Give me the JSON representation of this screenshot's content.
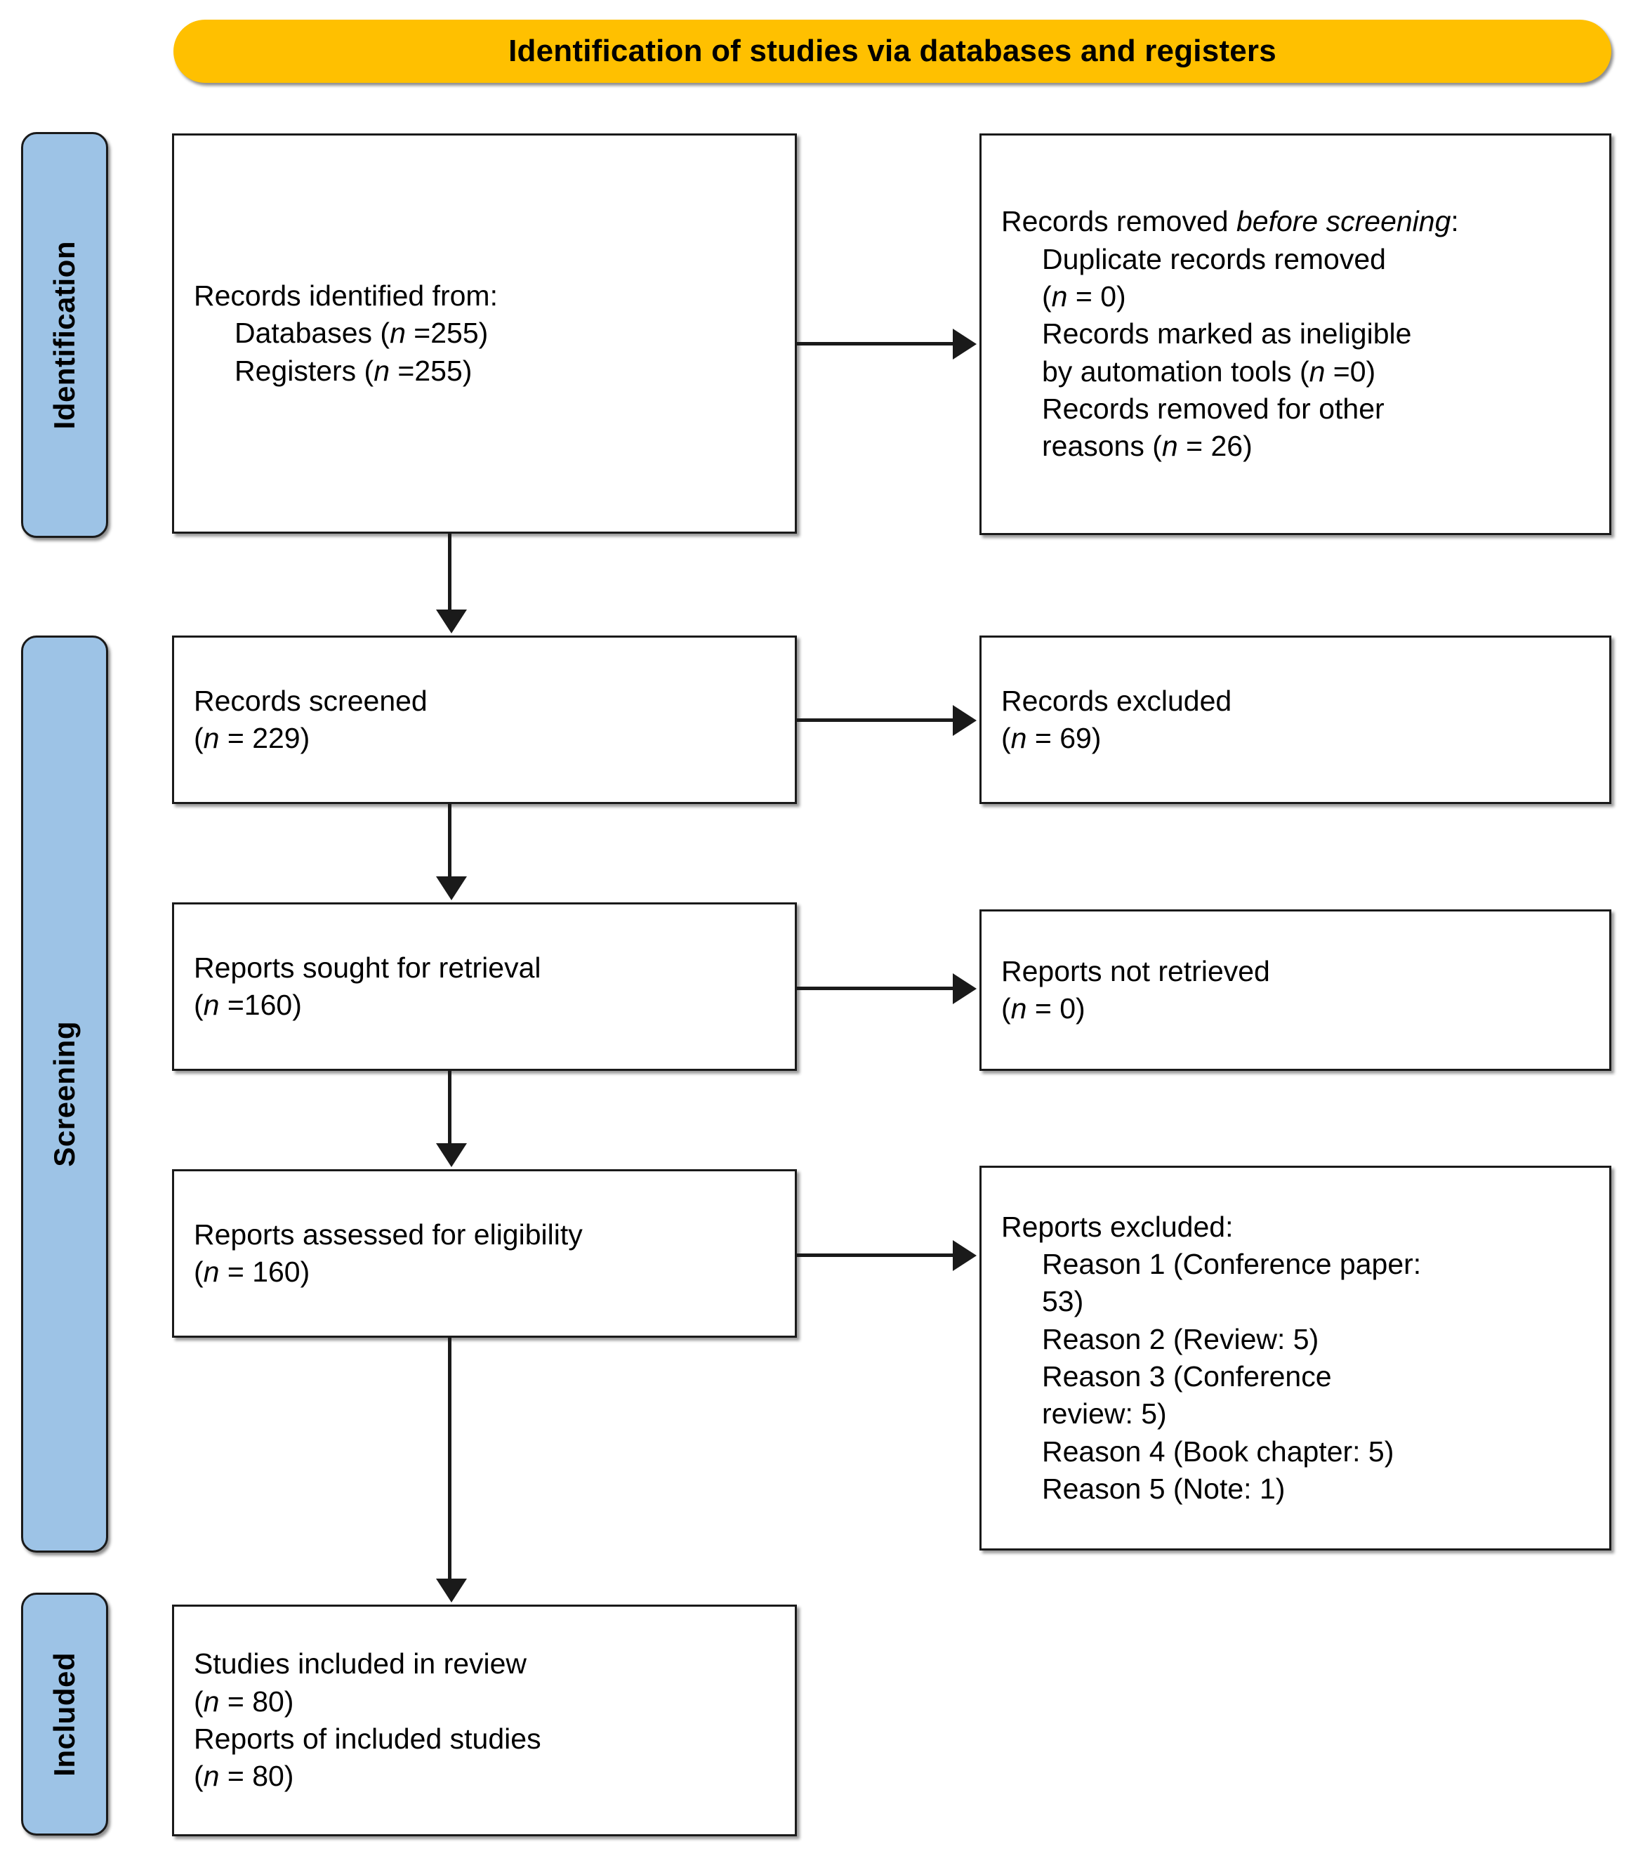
{
  "banner": {
    "title": "Identification of studies via databases and registers"
  },
  "colors": {
    "banner_bg": "#FFC000",
    "stage_bg": "#9DC3E6",
    "border": "#1A1A1A",
    "box_bg": "#FFFFFF",
    "text": "#000000"
  },
  "stages": [
    {
      "id": "identification",
      "label": "Identification"
    },
    {
      "id": "screening",
      "label": "Screening"
    },
    {
      "id": "included",
      "label": "Included"
    }
  ],
  "boxes": {
    "records_identified": {
      "heading": "Records identified from:",
      "line_databases": "Databases (",
      "n_databases": "n",
      "n_databases_val": " =255)",
      "line_registers": "Registers (",
      "n_registers": "n",
      "n_registers_val": " =255)"
    },
    "records_removed": {
      "heading_1": "Records removed ",
      "heading_em": "before screening",
      "heading_2": ":",
      "dup_label": "Duplicate records removed",
      "dup_n": "n",
      "dup_val": " = 0)",
      "auto_label_1": "Records marked as ineligible",
      "auto_label_2": "by automation tools (",
      "auto_n": "n",
      "auto_val": " =0)",
      "other_label_1": "Records removed for other",
      "other_label_2": "reasons (",
      "other_n": "n",
      "other_val": " = 26)"
    },
    "records_screened": {
      "heading": "Records screened",
      "n": "n",
      "value": " = 229)"
    },
    "records_excluded": {
      "heading": "Records excluded",
      "n": "n",
      "value": " = 69)"
    },
    "reports_sought": {
      "heading": "Reports sought for retrieval",
      "n": "n",
      "value": " =160)"
    },
    "reports_not_retrieved": {
      "heading": "Reports not retrieved",
      "n": "n",
      "value": " = 0)"
    },
    "reports_assessed": {
      "heading": "Reports assessed for eligibility",
      "n": "n",
      "value": " = 160)"
    },
    "reports_excluded": {
      "heading": "Reports excluded:",
      "reason_1a": "Reason 1 (Conference paper:",
      "reason_1b": "53)",
      "reason_2": "Reason 2 (Review: 5)",
      "reason_3a": "Reason 3 (Conference",
      "reason_3b": "review: 5)",
      "reason_4": "Reason 4 (Book chapter: 5)",
      "reason_5": "Reason 5 (Note: 1)"
    },
    "studies_included": {
      "heading_1": "Studies included in review",
      "n_1": "n",
      "value_1": " = 80)",
      "heading_2": "Reports of included studies",
      "n_2": "n",
      "value_2": " = 80)"
    }
  },
  "chart_data": {
    "type": "table",
    "title": "PRISMA 2020 flow diagram for new systematic reviews which included searches of databases and registers only",
    "flow": [
      {
        "stage": "Identification",
        "node": "Records identified from databases",
        "n": 255
      },
      {
        "stage": "Identification",
        "node": "Records identified from registers",
        "n": 255
      },
      {
        "stage": "Identification",
        "node": "Duplicate records removed",
        "n": 0
      },
      {
        "stage": "Identification",
        "node": "Records marked as ineligible by automation tools",
        "n": 0
      },
      {
        "stage": "Identification",
        "node": "Records removed for other reasons",
        "n": 26
      },
      {
        "stage": "Screening",
        "node": "Records screened",
        "n": 229
      },
      {
        "stage": "Screening",
        "node": "Records excluded",
        "n": 69
      },
      {
        "stage": "Screening",
        "node": "Reports sought for retrieval",
        "n": 160
      },
      {
        "stage": "Screening",
        "node": "Reports not retrieved",
        "n": 0
      },
      {
        "stage": "Screening",
        "node": "Reports assessed for eligibility",
        "n": 160
      },
      {
        "stage": "Screening",
        "node": "Reports excluded: Reason 1 (Conference paper)",
        "n": 53
      },
      {
        "stage": "Screening",
        "node": "Reports excluded: Reason 2 (Review)",
        "n": 5
      },
      {
        "stage": "Screening",
        "node": "Reports excluded: Reason 3 (Conference review)",
        "n": 5
      },
      {
        "stage": "Screening",
        "node": "Reports excluded: Reason 4 (Book chapter)",
        "n": 5
      },
      {
        "stage": "Screening",
        "node": "Reports excluded: Reason 5 (Note)",
        "n": 1
      },
      {
        "stage": "Included",
        "node": "Studies included in review",
        "n": 80
      },
      {
        "stage": "Included",
        "node": "Reports of included studies",
        "n": 80
      }
    ]
  }
}
